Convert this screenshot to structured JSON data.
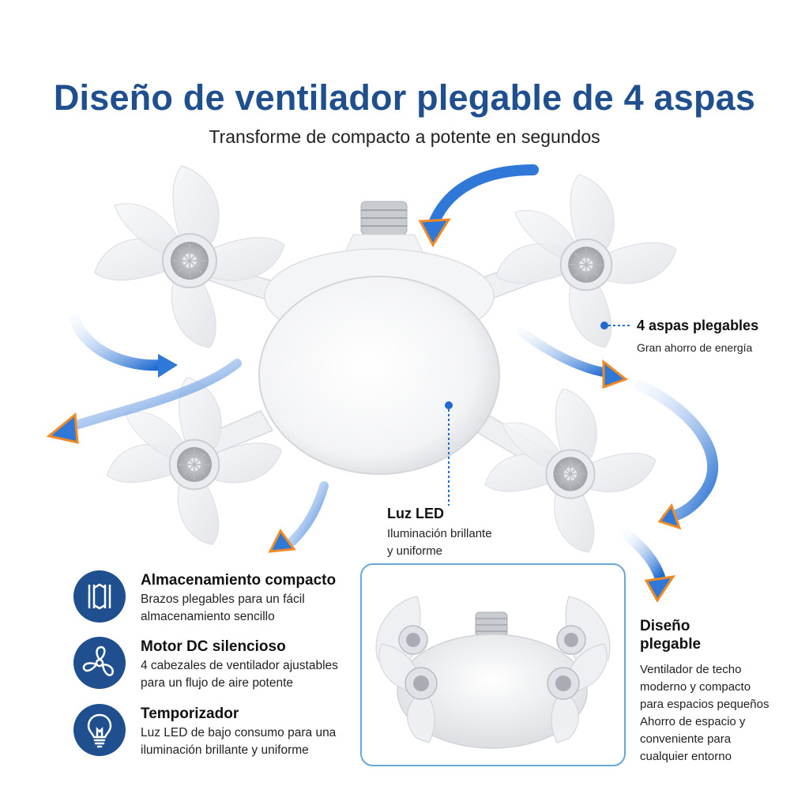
{
  "header": {
    "title": "Diseño de ventilador plegable de 4 aspas",
    "subtitle": "Transforme de compacto a potente en segundos"
  },
  "callouts": {
    "blades": {
      "title": "4 aspas plegables",
      "text": "Gran ahorro de energía"
    },
    "led": {
      "title": "Luz LED",
      "line1": "Iluminación brillante",
      "line2": "y uniforme"
    },
    "folding": {
      "title_line1": "Diseño",
      "title_line2": "plegable",
      "lines": [
        "Ventilador de techo",
        "moderno y compacto",
        "para espacios pequeños",
        "Ahorro de espacio y",
        "conveniente para",
        "cualquier entorno"
      ]
    }
  },
  "features": [
    {
      "icon": "folding-arms-icon",
      "title": "Almacenamiento compacto",
      "line1": "Brazos plegables para un fácil",
      "line2": "almacenamiento sencillo"
    },
    {
      "icon": "fan-icon",
      "title": "Motor DC silencioso",
      "line1": "4 cabezales de ventilador ajustables",
      "line2": "para un flujo de aire potente"
    },
    {
      "icon": "light-bulb-icon",
      "title": "Temporizador",
      "line1": "Luz LED de bajo consumo para una",
      "line2": "iluminación brillante y uniforme"
    }
  ],
  "colors": {
    "title_blue": "#1f4f8f",
    "arrow_blue": "#2f78d8",
    "arrow_orange": "#f08a24",
    "inset_border": "#6aa6d6"
  }
}
